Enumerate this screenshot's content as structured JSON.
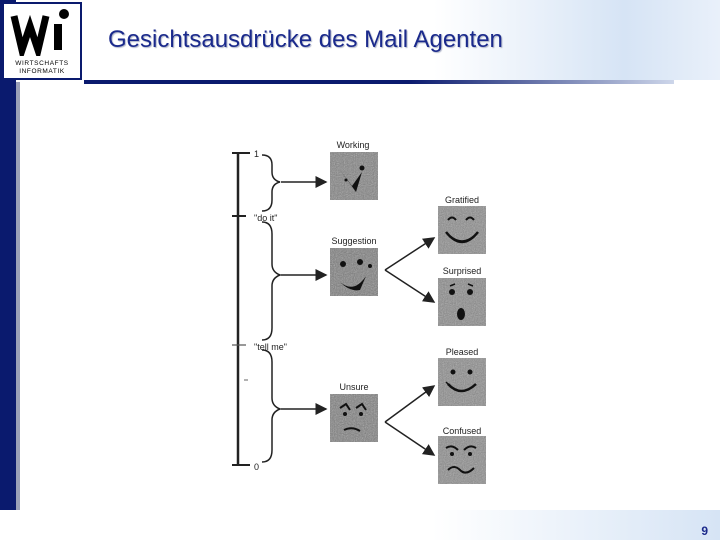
{
  "logo": {
    "line1": "WIRTSCHAFTS",
    "line2": "INFORMATIK"
  },
  "title": "Gesichtsausdrücke des Mail Agenten",
  "page_number": "9",
  "diagram": {
    "scale_labels": {
      "top": "1",
      "do_it": "\"do it\"",
      "tell_me": "\"tell me\"",
      "bottom": "0"
    },
    "states": {
      "working": "Working",
      "suggestion": "Suggestion",
      "unsure": "Unsure",
      "gratified": "Gratified",
      "surprised": "Surprised",
      "pleased": "Pleased",
      "confused": "Confused"
    }
  },
  "colors": {
    "brand_navy": "#0a1a6e",
    "title_blue": "#1b2a8c",
    "face_gray": "#7a7a7a"
  }
}
